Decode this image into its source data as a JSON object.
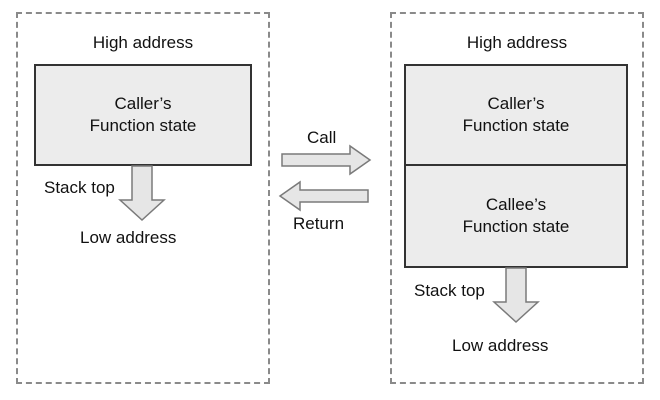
{
  "left": {
    "high_address": "High address",
    "caller_box": {
      "line1": "Caller’s",
      "line2": "Function state"
    },
    "stack_top": "Stack top",
    "low_address": "Low address"
  },
  "middle": {
    "call": "Call",
    "return": "Return"
  },
  "right": {
    "high_address": "High address",
    "caller_box": {
      "line1": "Caller’s",
      "line2": "Function state"
    },
    "callee_box": {
      "line1": "Callee’s",
      "line2": "Function state"
    },
    "stack_top": "Stack top",
    "low_address": "Low address"
  },
  "colors": {
    "box_fill": "#ececec",
    "arrow_fill": "#e6e6e6",
    "dash": "#8a8a8a",
    "outline": "#333333"
  }
}
